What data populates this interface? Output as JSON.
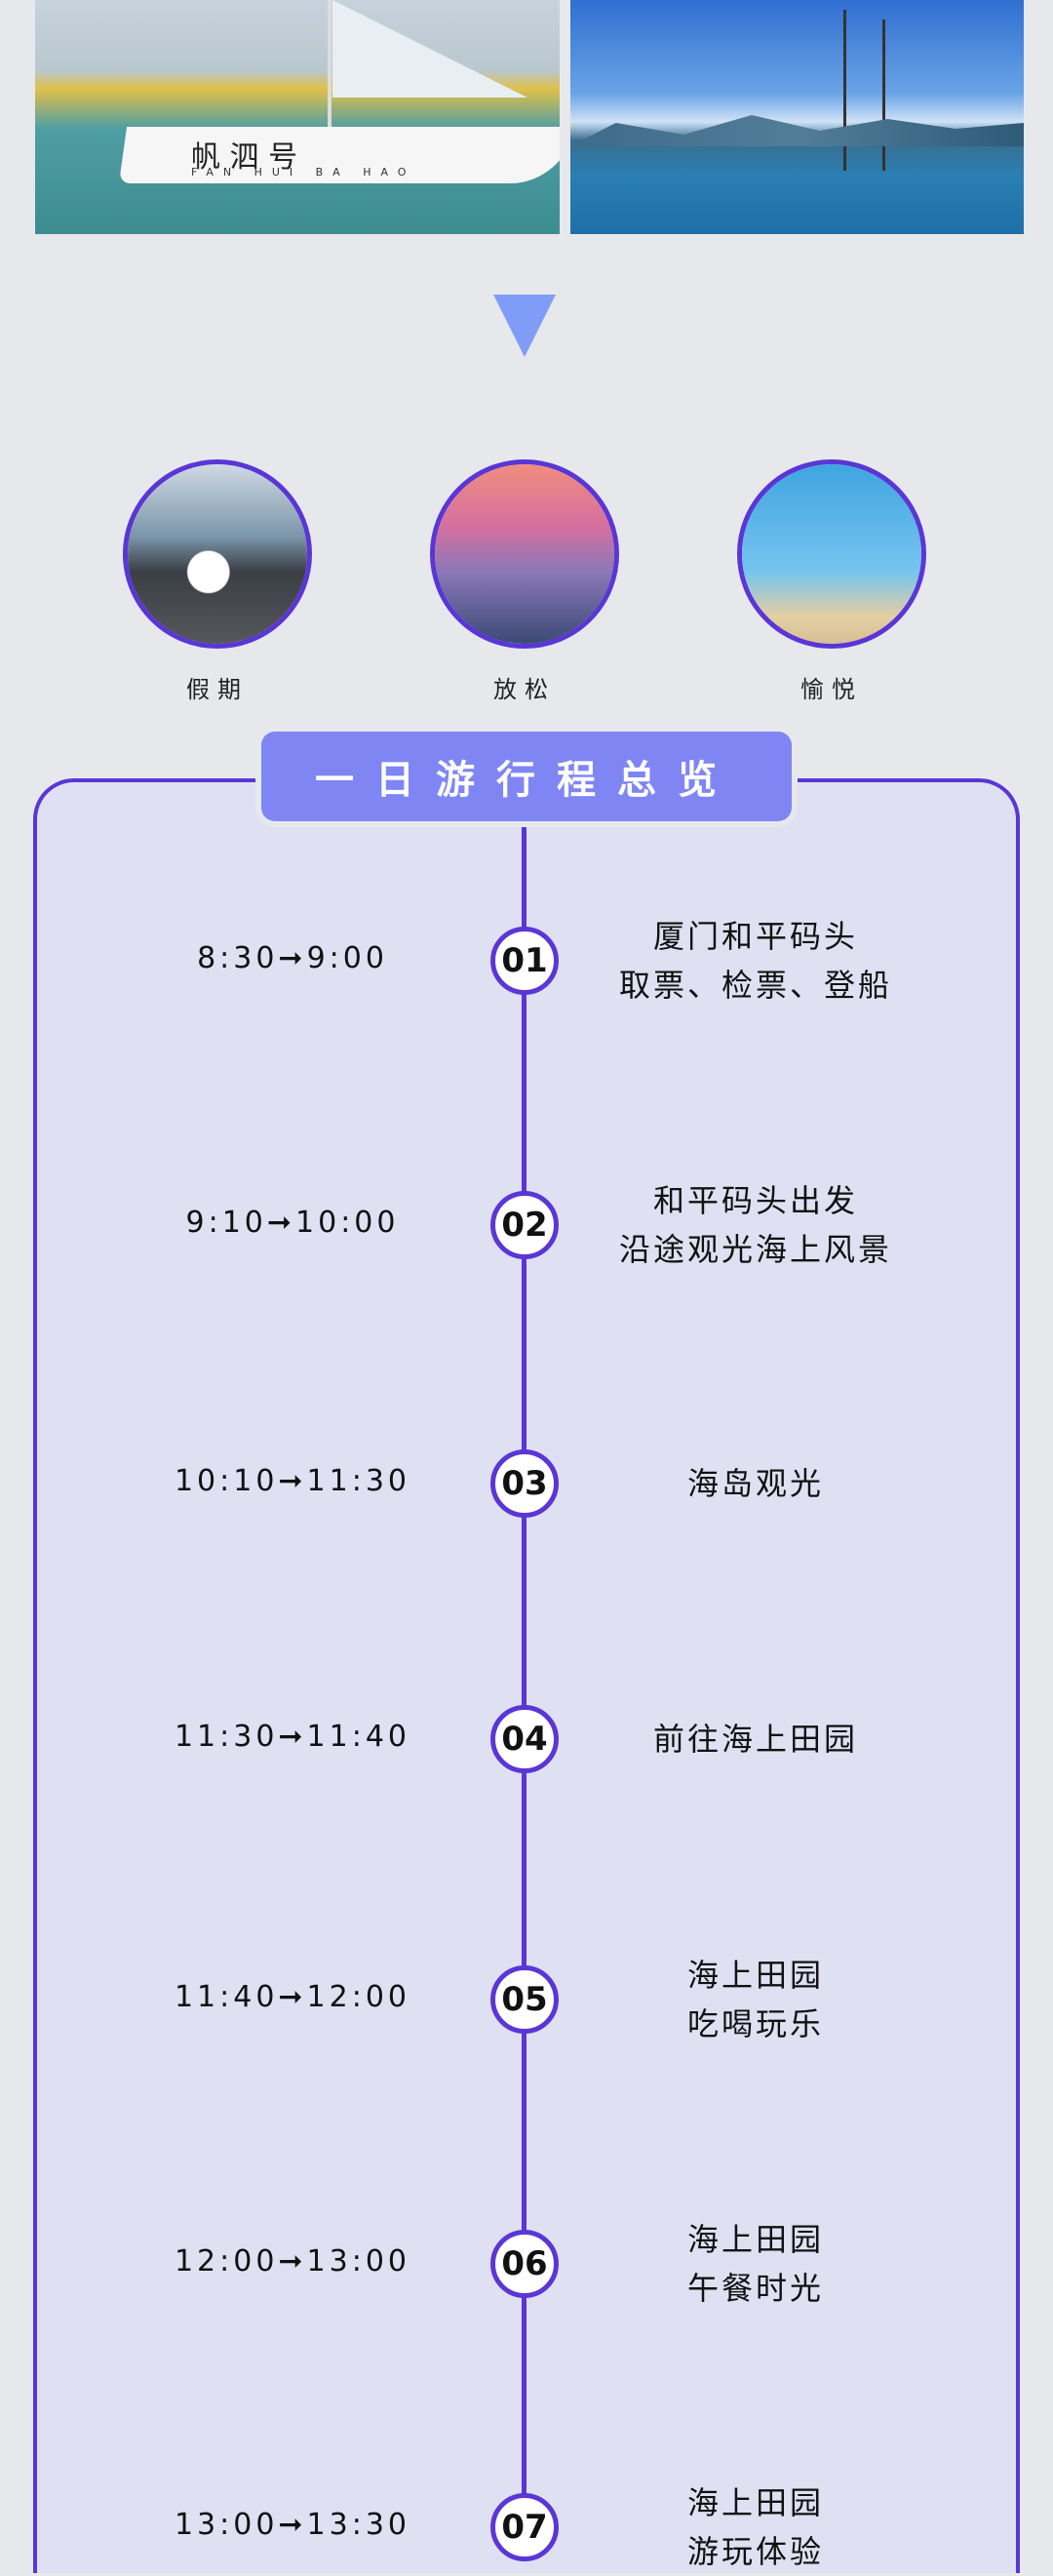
{
  "photos": {
    "left_sign": "帆 泗 号",
    "left_sub": "FAN HUI BA HAO"
  },
  "features": [
    {
      "label": "假期"
    },
    {
      "label": "放松"
    },
    {
      "label": "愉悦"
    }
  ],
  "title": "一日游行程总览",
  "steps": [
    {
      "num": "01",
      "time": "8:30➞9:00",
      "line1": "厦门和平码头",
      "line2": "取票、检票、登船"
    },
    {
      "num": "02",
      "time": "9:10➞10:00",
      "line1": "和平码头出发",
      "line2": "沿途观光海上风景"
    },
    {
      "num": "03",
      "time": "10:10➞11:30",
      "line1": "海岛观光",
      "line2": ""
    },
    {
      "num": "04",
      "time": "11:30➞11:40",
      "line1": "前往海上田园",
      "line2": ""
    },
    {
      "num": "05",
      "time": "11:40➞12:00",
      "line1": "海上田园",
      "line2": "吃喝玩乐"
    },
    {
      "num": "06",
      "time": "12:00➞13:00",
      "line1": "海上田园",
      "line2": "午餐时光"
    },
    {
      "num": "07",
      "time": "13:00➞13:30",
      "line1": "海上田园",
      "line2": "游玩体验"
    }
  ],
  "colors": {
    "accent": "#5a36d6",
    "title_bg": "#7f86f3",
    "panel": "#dfe0f2"
  }
}
